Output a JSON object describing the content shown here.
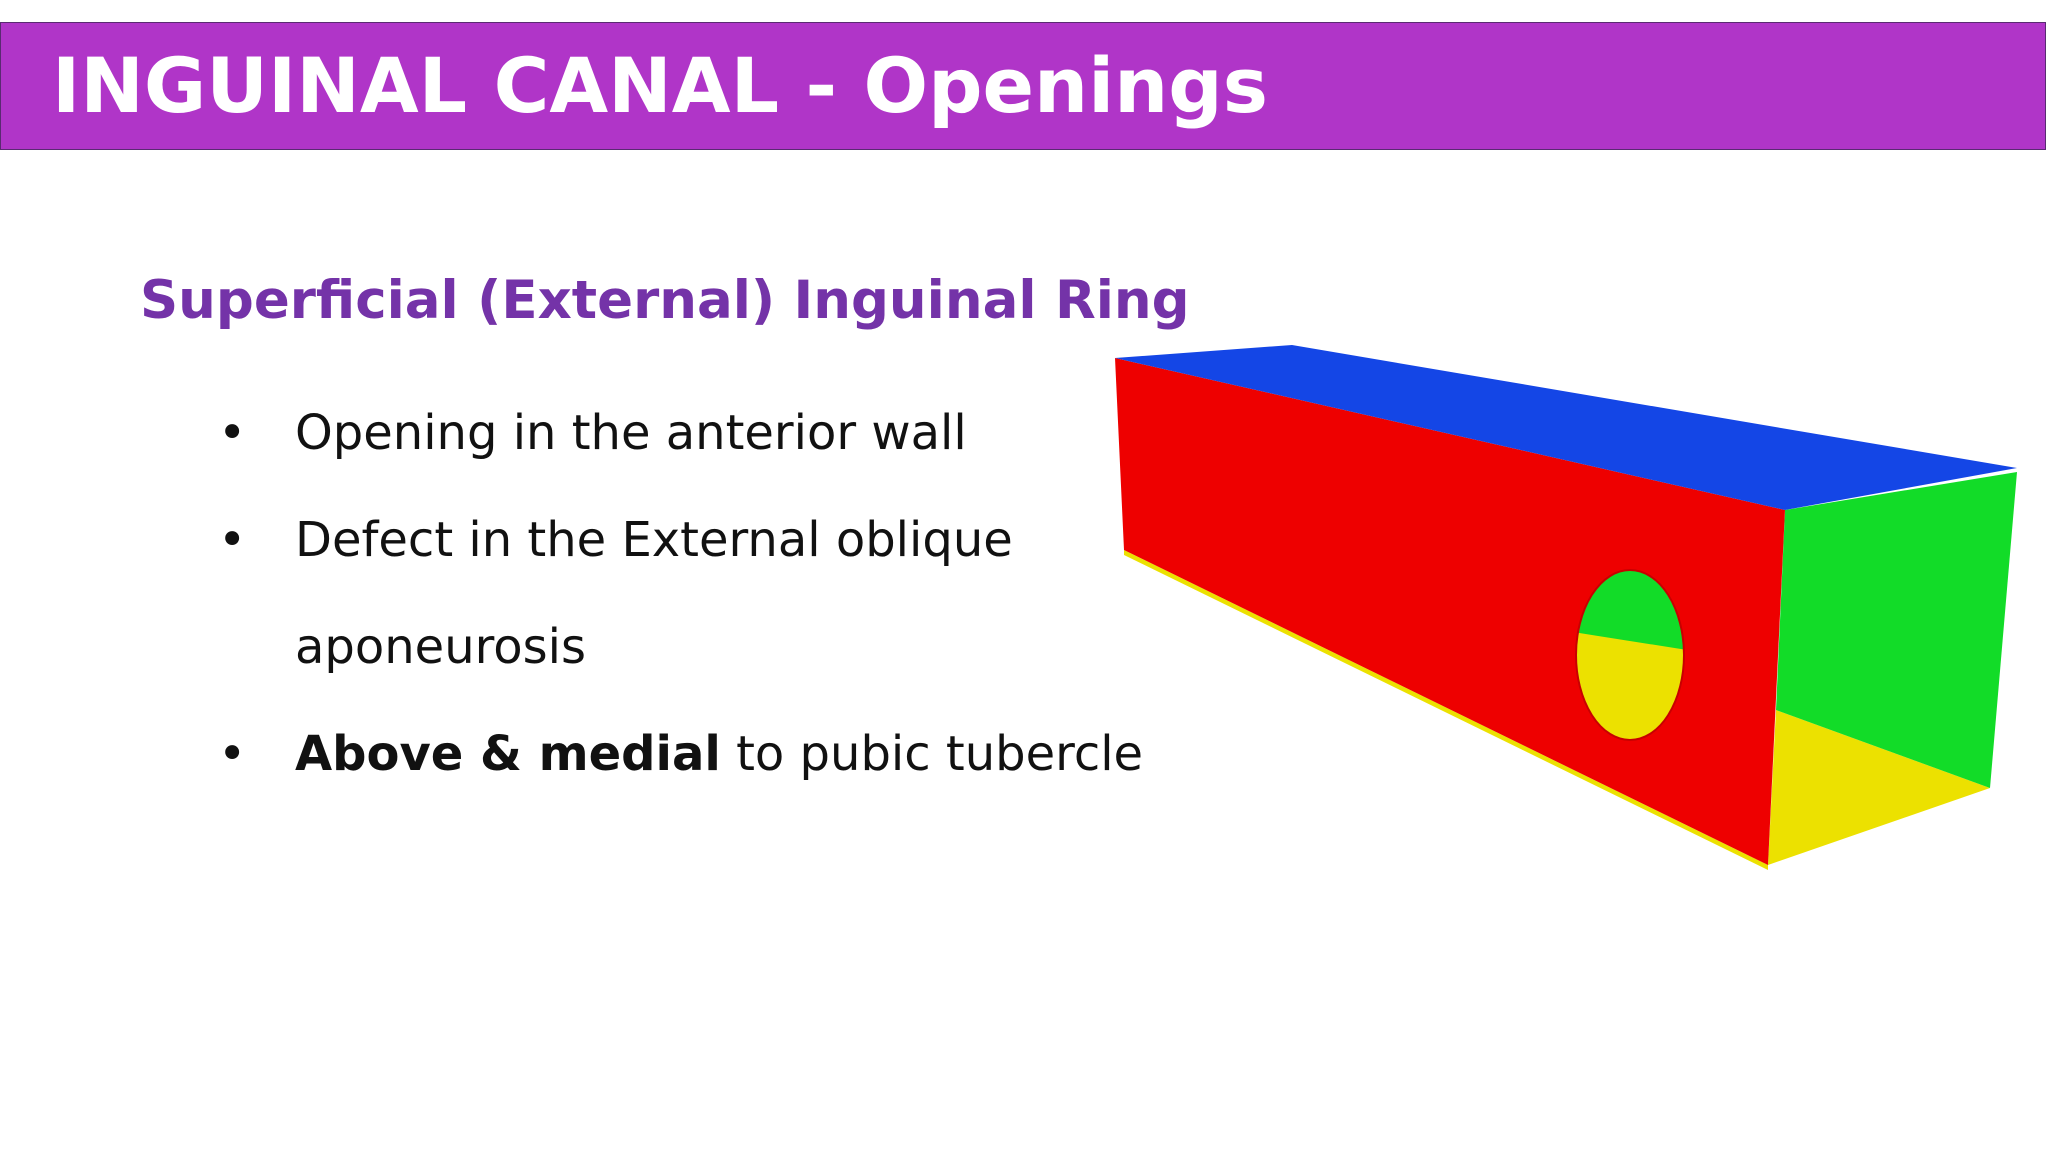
{
  "slide": {
    "title": "INGUINAL CANAL - Openings",
    "subtitle": "Superficial (External) Inguinal Ring",
    "bullets": [
      {
        "text": "Opening in the anterior wall"
      },
      {
        "text": "Defect in the External oblique",
        "continuation": "aponeurosis"
      },
      {
        "bold": "Above & medial",
        "text": " to pubic tubercle"
      }
    ],
    "bullet_glyph": "•"
  },
  "colors": {
    "title_bar": "#b035c8",
    "subtitle": "#7433a8",
    "anterior_wall": "#ee0000",
    "roof": "#1446e6",
    "side_wall": "#12dc28",
    "floor": "#ece100"
  }
}
